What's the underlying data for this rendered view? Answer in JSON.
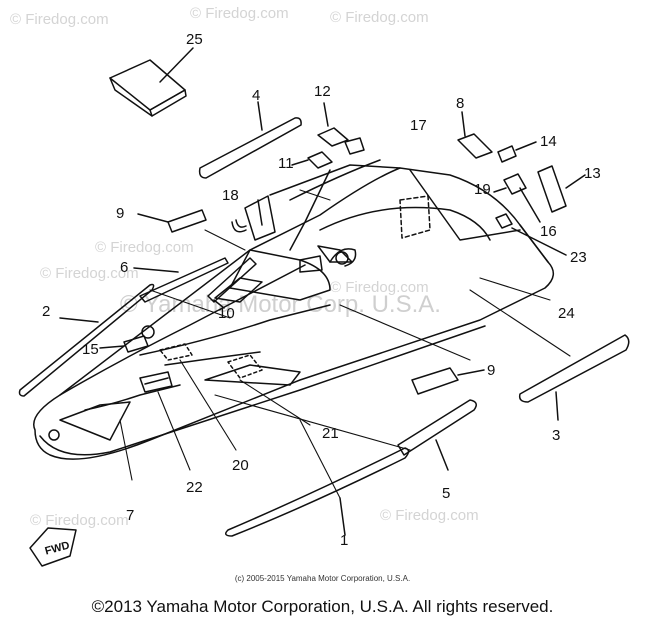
{
  "watermark": {
    "site": "© Firedog.com",
    "corp": "© Yamaha Motor Corp. U.S.A."
  },
  "callouts": [
    "25",
    "4",
    "12",
    "8",
    "14",
    "13",
    "17",
    "11",
    "19",
    "16",
    "18",
    "9",
    "23",
    "6",
    "10",
    "24",
    "2",
    "15",
    "9",
    "3",
    "21",
    "20",
    "7",
    "22",
    "5",
    "1"
  ],
  "fwd_label": "FWD",
  "copyright_small": "(c) 2005-2015 Yamaha Motor Corporation, U.S.A.",
  "copyright_main": "©2013 Yamaha Motor Corporation, U.S.A. All rights reserved."
}
